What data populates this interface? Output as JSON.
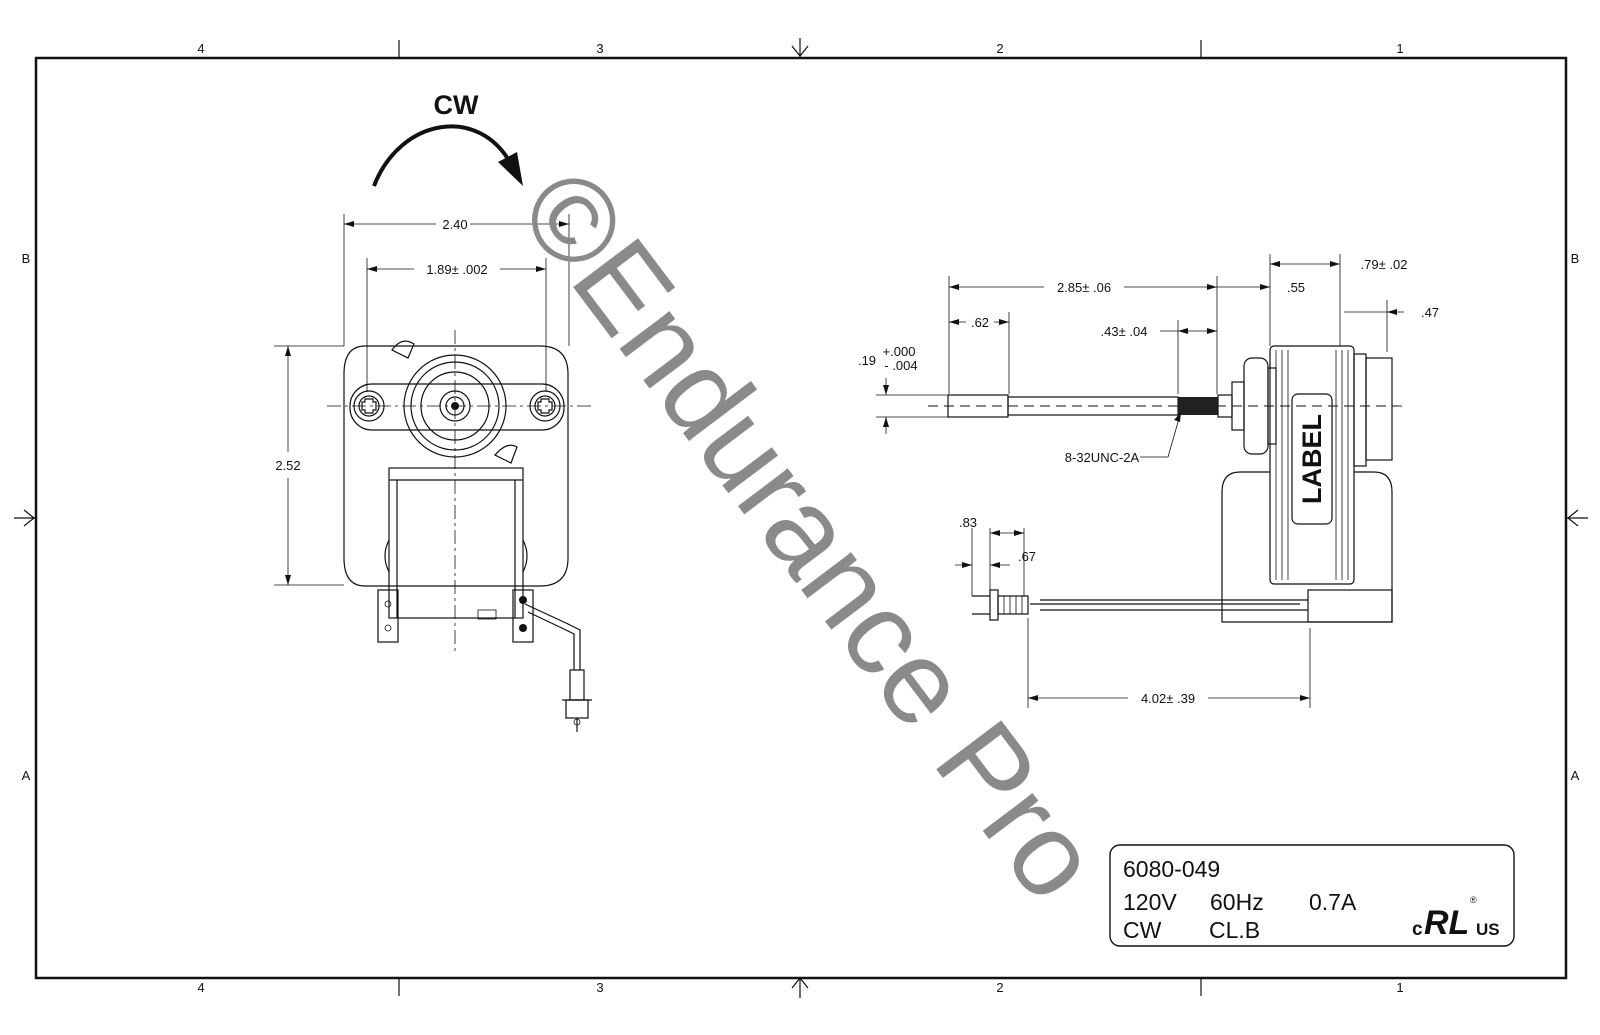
{
  "frame": {
    "columns_top": [
      "4",
      "3",
      "2",
      "1"
    ],
    "columns_bottom": [
      "4",
      "3",
      "2",
      "1"
    ],
    "rows_left": [
      "B",
      "A"
    ],
    "rows_right": [
      "B",
      "A"
    ]
  },
  "rotation_label": "CW",
  "watermark": "©Endurance Pro",
  "front_view": {
    "dim_width_overall": "2.40",
    "dim_hole_spacing": "1.89± .002",
    "dim_height": "2.52"
  },
  "side_view": {
    "dim_shaft_length": "2.85± .06",
    "dim_flat": ".62",
    "dim_thread": ".43± .04",
    "dim_collar": ".55",
    "dim_bearing": ".79± .02",
    "dim_end": ".47",
    "dim_shaft_dia": ".19",
    "dim_shaft_tol_plus": "+.000",
    "dim_shaft_tol_minus": "- .004",
    "thread_callout": "8-32UNC-2A",
    "label_text": "LABEL",
    "dim_plug_a": ".83",
    "dim_plug_b": ".67",
    "dim_lead_length": "4.02± .39"
  },
  "nameplate": {
    "part_number": "6080-049",
    "voltage": "120V",
    "frequency": "60Hz",
    "current": "0.7A",
    "rotation": "CW",
    "insulation_class": "CL.B",
    "cert_c": "c",
    "cert_mark": "RL",
    "cert_us": "US",
    "cert_reg": "®"
  }
}
